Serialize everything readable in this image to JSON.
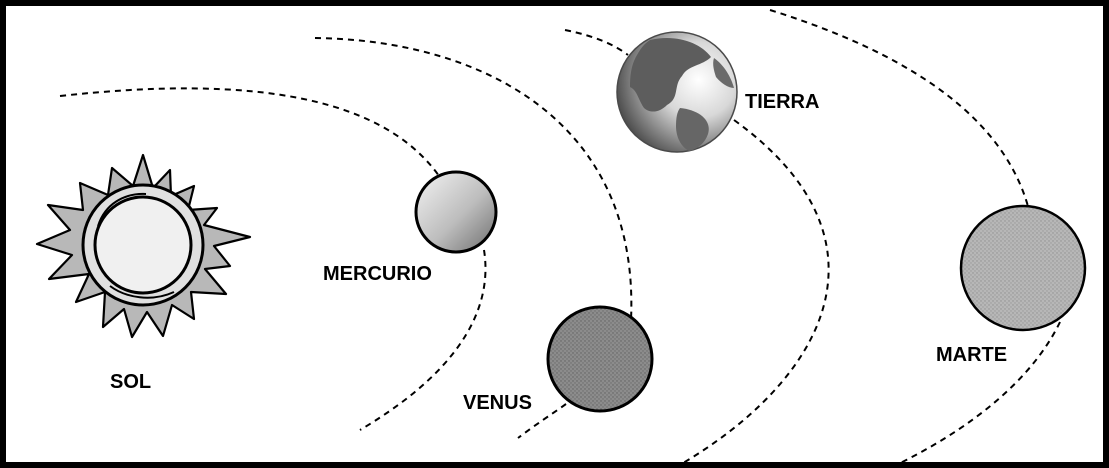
{
  "diagram": {
    "labels": {
      "sun": "SOL",
      "mercury": "MERCURIO",
      "venus": "VENUS",
      "earth": "TIERRA",
      "mars": "MARTE"
    },
    "colors": {
      "border": "#000000",
      "orbit": "#000000",
      "sun_rays": "#b8b8b8",
      "sun_body": "#dcdcdc",
      "mercury_light": "#f0f0f0",
      "mercury_dark": "#777777",
      "venus": "#7a7a7a",
      "earth_light": "#f5f5f5",
      "earth_dark": "#666666",
      "mars": "#a0a0a0"
    }
  }
}
